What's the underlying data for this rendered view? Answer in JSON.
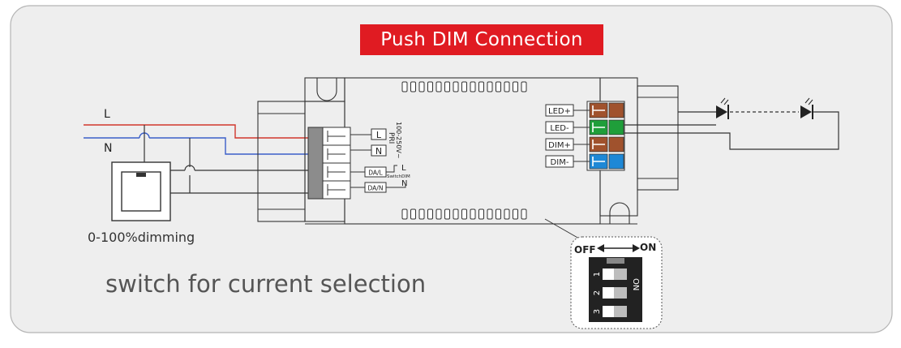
{
  "title": "Push DIM Connection",
  "mains": {
    "line_label": "L",
    "neutral_label": "N"
  },
  "driver": {
    "pri_label": "PRI",
    "voltage_label": "100-250V~",
    "terminal_l": "L",
    "terminal_n": "N",
    "da_l": "DA/L",
    "da_n": "DA/N",
    "switchdim_label": "SwitchDIM",
    "switchdim_l": "L",
    "switchdim_n": "N",
    "outputs": [
      "LED+",
      "LED-",
      "DIM+",
      "DIM-"
    ]
  },
  "dimming_label": "0-100%dimming",
  "switch_caption": "switch for current selection",
  "dip_switch": {
    "off_label": "OFF",
    "on_label": "ON",
    "on_side_label": "ON",
    "numbers": [
      "1",
      "2",
      "3"
    ]
  },
  "colors": {
    "title_bg": "#e01b22",
    "wire_line": "#d0362c",
    "wire_neutral": "#3a5ec8",
    "terminal_brown": "#a0522d",
    "terminal_green": "#1f9e3a",
    "terminal_blue": "#1e88d6"
  }
}
